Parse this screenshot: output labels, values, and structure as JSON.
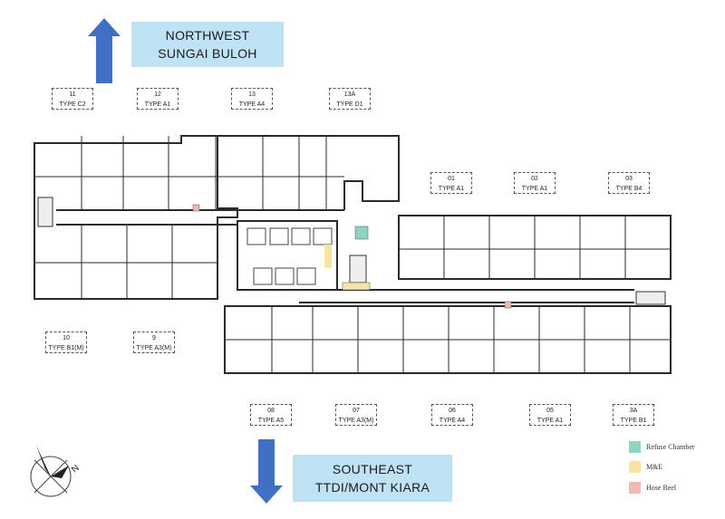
{
  "directions": {
    "north": {
      "line1": "NORTHWEST",
      "line2": "SUNGAI BULOH"
    },
    "south": {
      "line1": "SOUTHEAST",
      "line2": "TTDI/MONT KIARA"
    }
  },
  "units": [
    {
      "no": "11",
      "type": "TYPE C2"
    },
    {
      "no": "12",
      "type": "TYPE A1"
    },
    {
      "no": "13",
      "type": "TYPE A4"
    },
    {
      "no": "13A",
      "type": "TYPE D1"
    },
    {
      "no": "01",
      "type": "TYPE A1"
    },
    {
      "no": "02",
      "type": "TYPE A1"
    },
    {
      "no": "03",
      "type": "TYPE B4"
    },
    {
      "no": "10",
      "type": "TYPE B1(M)"
    },
    {
      "no": "9",
      "type": "TYPE A3(M)"
    },
    {
      "no": "08",
      "type": "TYPE A5"
    },
    {
      "no": "07",
      "type": "TYPE A3(M)"
    },
    {
      "no": "06",
      "type": "TYPE A4"
    },
    {
      "no": "05",
      "type": "TYPE A1"
    },
    {
      "no": "3A",
      "type": "TYPE B1"
    }
  ],
  "legend": [
    {
      "label": "Refuse Chamber",
      "color": "#8fd3c2"
    },
    {
      "label": "M&E",
      "color": "#f7e3a3"
    },
    {
      "label": "Hose Reel",
      "color": "#f2b8b2"
    }
  ],
  "compass": {
    "letter": "N"
  },
  "colors": {
    "arrow": "#3f70c4",
    "box": "#bfe3f5",
    "wall": "#2a2a2a"
  }
}
